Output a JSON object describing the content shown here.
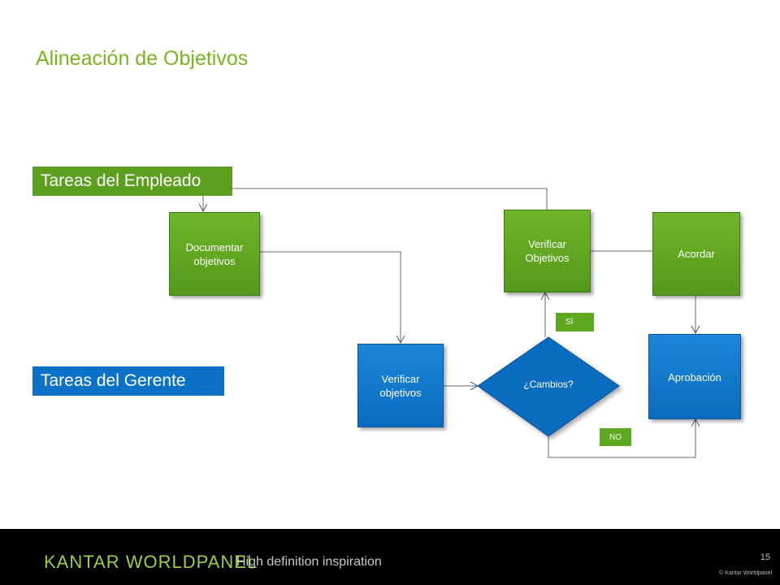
{
  "title": "Alineación de Objetivos",
  "lanes": {
    "employee": "Tareas del Empleado",
    "manager": "Tareas del Gerente"
  },
  "nodes": {
    "documentar": "Documentar\nobjetivos",
    "verificar_emp": "Verificar\nObjetivos",
    "acordar": "Acordar",
    "verificar_mgr": "Verificar\nobjetivos",
    "cambios": "¿Cambios?",
    "aprobacion": "Aprobación"
  },
  "edge_labels": {
    "si": "SÍ",
    "no": "NO"
  },
  "footer": {
    "brand": "KANTAR WORLDPANEL",
    "slogan": "High definition inspiration",
    "page_number": "15",
    "copyright": "© Kantar Worldpanel"
  },
  "colors": {
    "green": "#5c9e1e",
    "blue": "#0b72c8",
    "title_green": "#7ab51d",
    "footer_bg": "#000000"
  }
}
